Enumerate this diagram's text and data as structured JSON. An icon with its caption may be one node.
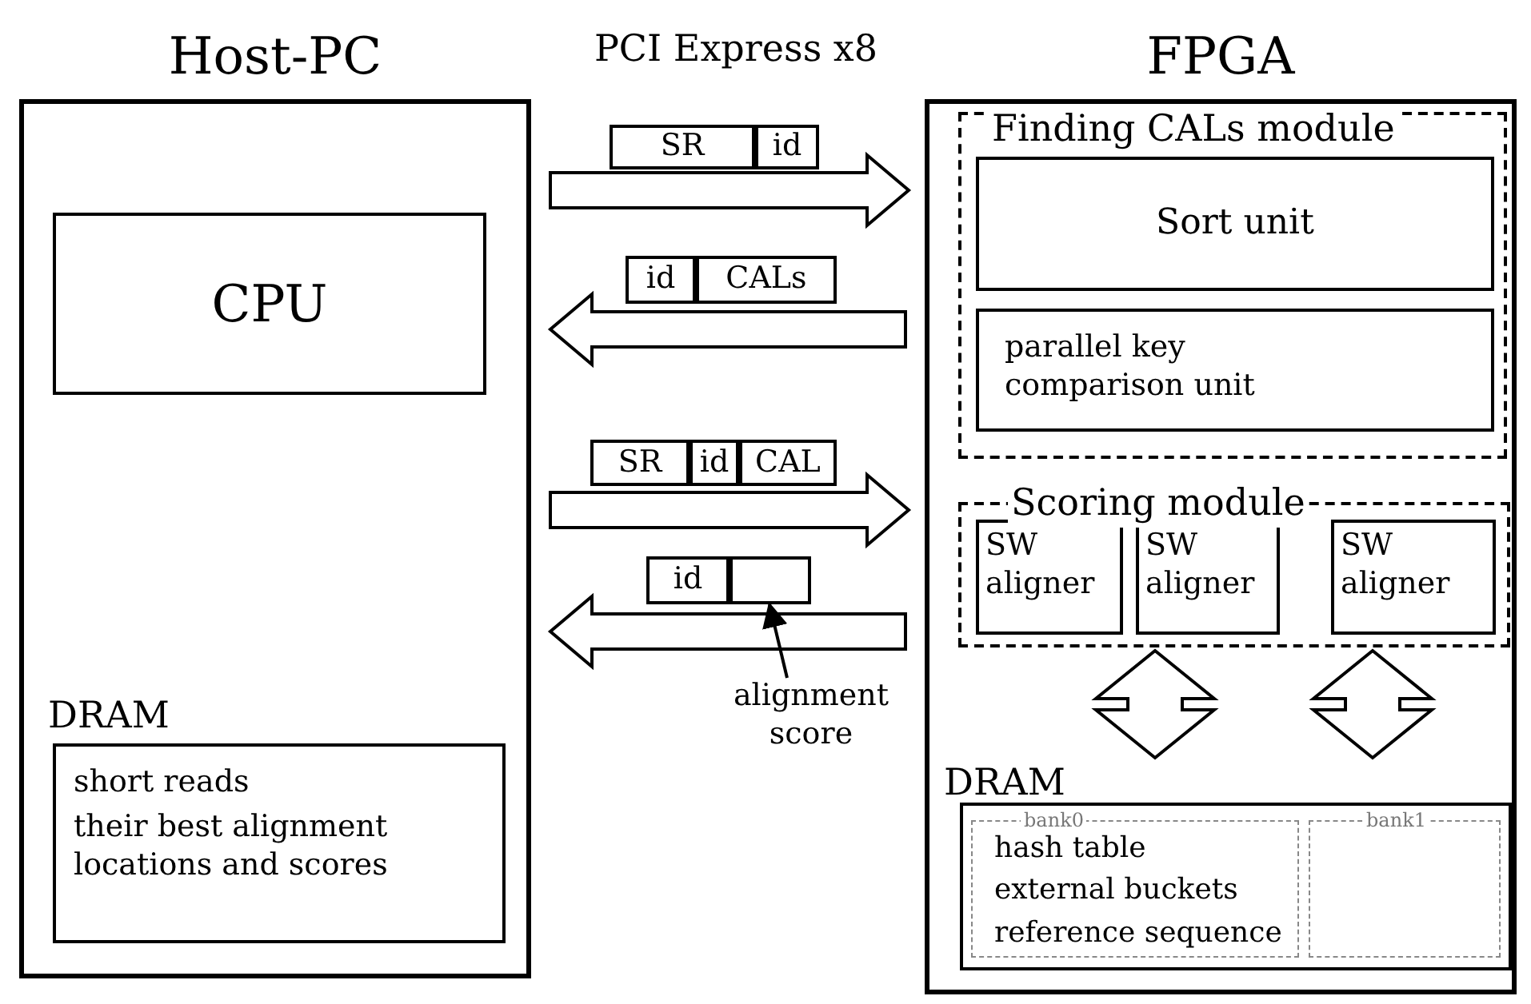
{
  "diagram": {
    "nodes": [
      {
        "text": [
          "Host-PC"
        ]
      },
      {
        "text": [
          "CPU"
        ],
        "in": 0
      },
      {
        "text": [
          "DRAM",
          "short reads",
          "their best alignment locations and scores"
        ],
        "in": 0
      },
      {
        "text": [
          "FPGA"
        ]
      },
      {
        "text": [
          "Finding CALs module"
        ],
        "in": 3
      },
      {
        "text": [
          "Sort unit"
        ],
        "in": 4
      },
      {
        "text": [
          "parallel key comparison unit"
        ],
        "in": 4
      },
      {
        "text": [
          "Scoring module"
        ],
        "in": 3
      },
      {
        "text": [
          "SW aligner"
        ],
        "in": 7
      },
      {
        "text": [
          "SW aligner"
        ],
        "in": 7
      },
      {
        "text": [
          "SW aligner"
        ],
        "in": 7
      },
      {
        "text": [
          "DRAM"
        ],
        "in": 3
      },
      {
        "text": [
          "bank0",
          "hash table",
          "external buckets",
          "reference sequence"
        ],
        "in": 11
      },
      {
        "text": [
          "bank1"
        ],
        "in": 11
      },
      {
        "text": [
          "SR"
        ]
      },
      {
        "text": [
          "id"
        ]
      },
      {
        "text": [
          "id"
        ]
      },
      {
        "text": [
          "CALs"
        ]
      },
      {
        "text": [
          "SR"
        ]
      },
      {
        "text": [
          "id"
        ]
      },
      {
        "text": [
          "CAL"
        ]
      },
      {
        "text": [
          "id"
        ]
      },
      {
        "text": [],
        "shape": "box"
      },
      {
        "text": [
          "alignment score"
        ]
      }
    ],
    "edges": [
      {
        "from": 0,
        "to": 3,
        "arrow": "to"
      },
      {
        "from": 3,
        "to": 0,
        "arrow": "to"
      },
      {
        "from": 0,
        "to": 3,
        "arrow": "to"
      },
      {
        "from": 3,
        "to": 0,
        "arrow": "to"
      },
      {
        "from": 7,
        "to": 11,
        "arrow": "both"
      },
      {
        "from": 7,
        "to": 11,
        "arrow": "both"
      },
      {
        "from": 23,
        "to": 22,
        "arrow": "to"
      }
    ],
    "labels": [
      "PCI Express x8"
    ]
  }
}
